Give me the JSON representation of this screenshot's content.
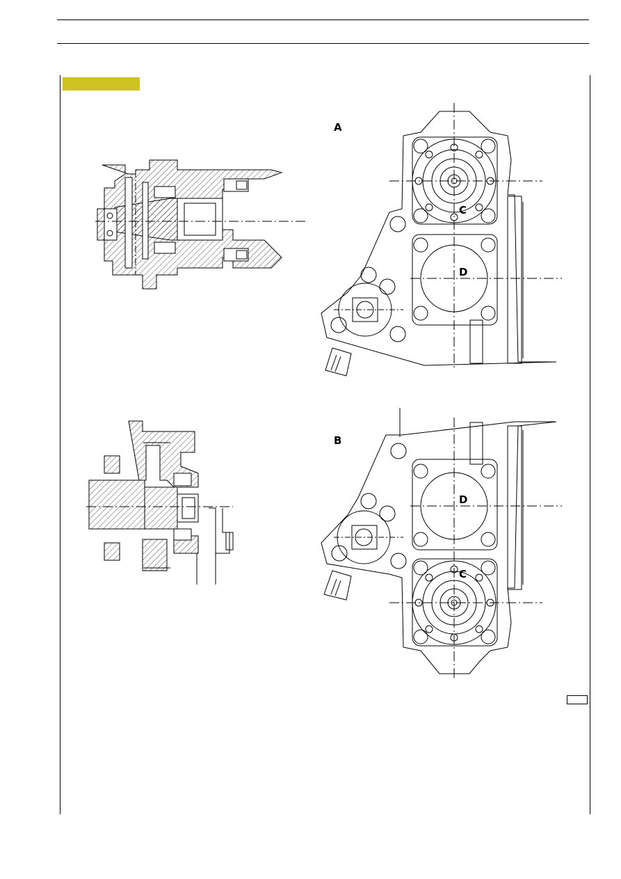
{
  "views": {
    "a": {
      "label": "A",
      "center": "C",
      "lower": "D"
    },
    "b": {
      "label": "B",
      "center": "C",
      "upper": "D"
    }
  }
}
